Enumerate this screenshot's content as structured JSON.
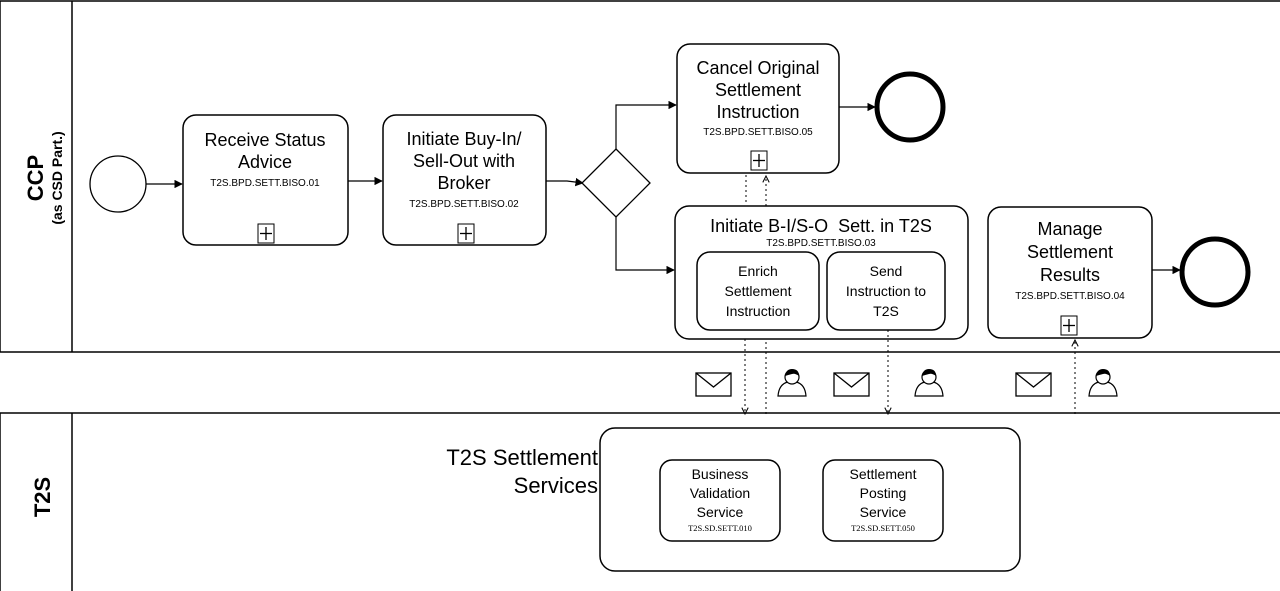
{
  "pools": {
    "ccp": {
      "name": "CCP",
      "sub": "(as CSD Part.)"
    },
    "t2s": {
      "name": "T2S"
    }
  },
  "tasks": {
    "receive": {
      "lines": [
        "Receive Status",
        "Advice"
      ],
      "code": "T2S.BPD.SETT.BISO.01"
    },
    "initiate_buyin": {
      "lines": [
        "Initiate Buy-In/",
        "Sell-Out with",
        "Broker"
      ],
      "code": "T2S.BPD.SETT.BISO.02"
    },
    "cancel": {
      "lines": [
        "Cancel Original",
        "Settlement",
        "Instruction"
      ],
      "code": "T2S.BPD.SETT.BISO.05"
    },
    "initiate_sett": {
      "title": "Initiate B-I/S-O  Sett. in T2S",
      "code": "T2S.BPD.SETT.BISO.03"
    },
    "enrich": {
      "lines": [
        "Enrich",
        "Settlement",
        "Instruction"
      ]
    },
    "send": {
      "lines": [
        "Send",
        "Instruction to",
        "T2S"
      ]
    },
    "manage": {
      "lines": [
        "Manage",
        "Settlement",
        "Results"
      ],
      "code": "T2S.BPD.SETT.BISO.04"
    }
  },
  "t2s_services": {
    "title_lines": [
      "T2S Settlement",
      "Services"
    ],
    "bvs": {
      "lines": [
        "Business",
        "Validation",
        "Service"
      ],
      "code": "T2S.SD.SETT.010"
    },
    "sps": {
      "lines": [
        "Settlement",
        "Posting",
        "Service"
      ],
      "code": "T2S.SD.SETT.050"
    }
  },
  "icons": {
    "message": "envelope-icon",
    "user": "user-icon",
    "subprocess": "plus-marker-icon"
  },
  "colors": {
    "stroke": "#000000",
    "fill": "#ffffff"
  }
}
